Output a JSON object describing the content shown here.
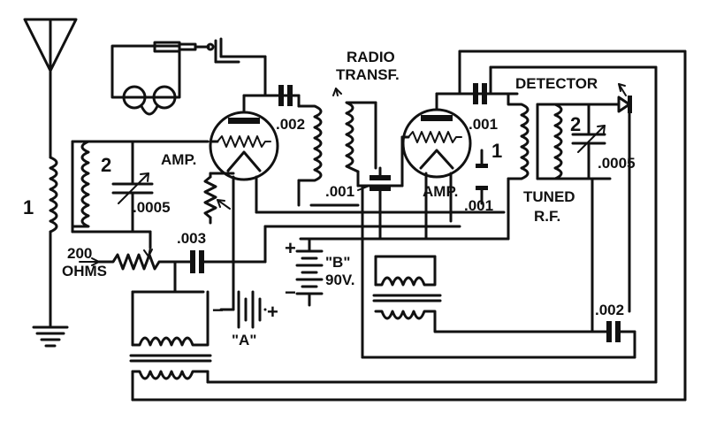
{
  "diagram": {
    "labels": {
      "radio_transf_1": "RADIO",
      "radio_transf_2": "TRANSF.",
      "detector": "DETECTOR",
      "amp_left": "AMP.",
      "amp_right": "AMP.",
      "cap_002_top": ".002",
      "cap_001_top": ".001",
      "cap_001_mid": ".001",
      "cap_001_right": ".001",
      "cap_0005_left": ".0005",
      "cap_0005_right": ".0005",
      "cap_003": ".003",
      "cap_002_bottom": ".002",
      "res_200": "200",
      "ohms": "OHMS",
      "coil_1_left": "1",
      "coil_2_left": "2",
      "coil_1_right": "1",
      "coil_2_right": "2",
      "tuned_1": "TUNED",
      "tuned_2": "R.F.",
      "battery_b_1": "\"B\"",
      "battery_b_2": "90V.",
      "battery_a": "\"A\"",
      "plus_b": "+",
      "minus_b": "−",
      "minus_a": "−",
      "plus_a": "+"
    }
  }
}
